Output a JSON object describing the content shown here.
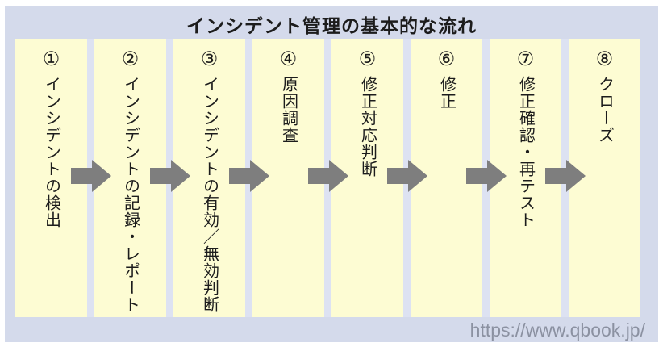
{
  "title": "インシデント管理の基本的な流れ",
  "source_url": "https://www.qbook.jp/",
  "colors": {
    "panel_bg": "#d4daeb",
    "gap_strip": "#dde2f2",
    "box_fill": "#fdfcd3",
    "arrow": "#7e7e7e",
    "title_text": "#1c1c1c",
    "step_text": "#1c1c1c",
    "url_text": "#8b91a1"
  },
  "steps": [
    {
      "number": "①",
      "label": "インシデントの検出"
    },
    {
      "number": "②",
      "label": "インシデントの記録・レポート"
    },
    {
      "number": "③",
      "label": "インシデントの有効／無効判断"
    },
    {
      "number": "④",
      "label": "原因調査"
    },
    {
      "number": "⑤",
      "label": "修正対応判断"
    },
    {
      "number": "⑥",
      "label": "修正"
    },
    {
      "number": "⑦",
      "label": "修正確認・再テスト"
    },
    {
      "number": "⑧",
      "label": "クローズ"
    }
  ]
}
